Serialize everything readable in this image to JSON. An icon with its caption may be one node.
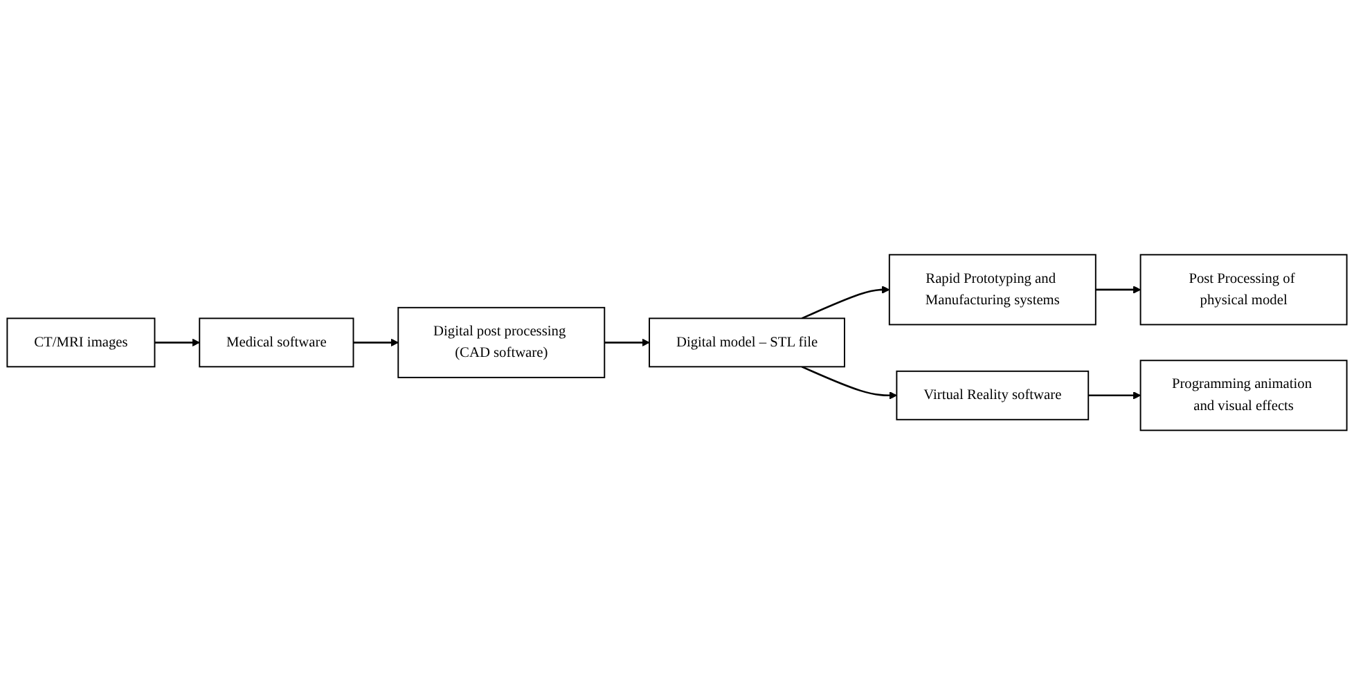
{
  "diagram": {
    "nodes": [
      {
        "text": [
          "CT/MRI images"
        ]
      },
      {
        "text": [
          "Medical software"
        ]
      },
      {
        "text": [
          "Digital post processing (CAD software)"
        ]
      },
      {
        "text": [
          "Digital model – STL file"
        ]
      },
      {
        "text": [
          "Rapid Prototyping and Manufacturing systems"
        ]
      },
      {
        "text": [
          "Post Processing of physical model"
        ]
      },
      {
        "text": [
          "Virtual Reality software"
        ]
      },
      {
        "text": [
          "Programming animation and visual effects"
        ]
      }
    ],
    "edges": [
      {
        "from": 0,
        "to": 1,
        "arrow": "to"
      },
      {
        "from": 1,
        "to": 2,
        "arrow": "to"
      },
      {
        "from": 2,
        "to": 3,
        "arrow": "to"
      },
      {
        "from": 3,
        "to": 4,
        "arrow": "to"
      },
      {
        "from": 3,
        "to": 6,
        "arrow": "to"
      },
      {
        "from": 4,
        "to": 5,
        "arrow": "to"
      },
      {
        "from": 6,
        "to": 7,
        "arrow": "to"
      }
    ]
  }
}
